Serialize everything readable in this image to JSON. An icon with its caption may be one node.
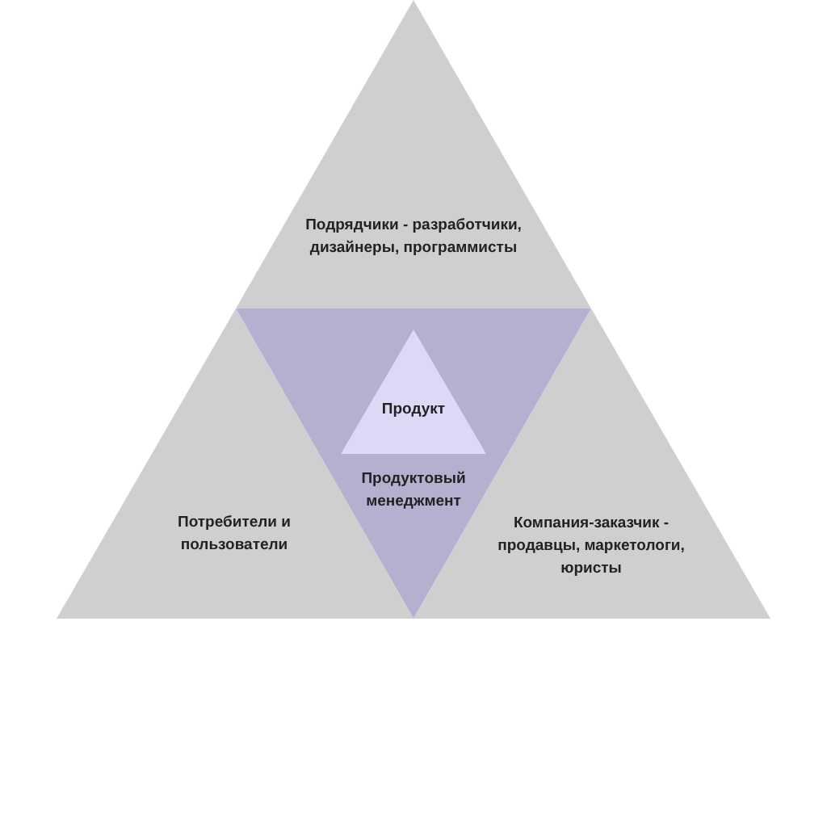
{
  "diagram": {
    "nodes": [
      {
        "text": [
          "Подрядчики - разработчики, дизайнеры, программисты"
        ]
      },
      {
        "text": [
          "Продуктовый менеджмент"
        ]
      },
      {
        "text": [
          "Продукт"
        ],
        "in": 1
      },
      {
        "text": [
          "Потребители и пользователи"
        ]
      },
      {
        "text": [
          "Компания-заказчик - продавцы, маркетологи, юристы"
        ]
      }
    ]
  }
}
